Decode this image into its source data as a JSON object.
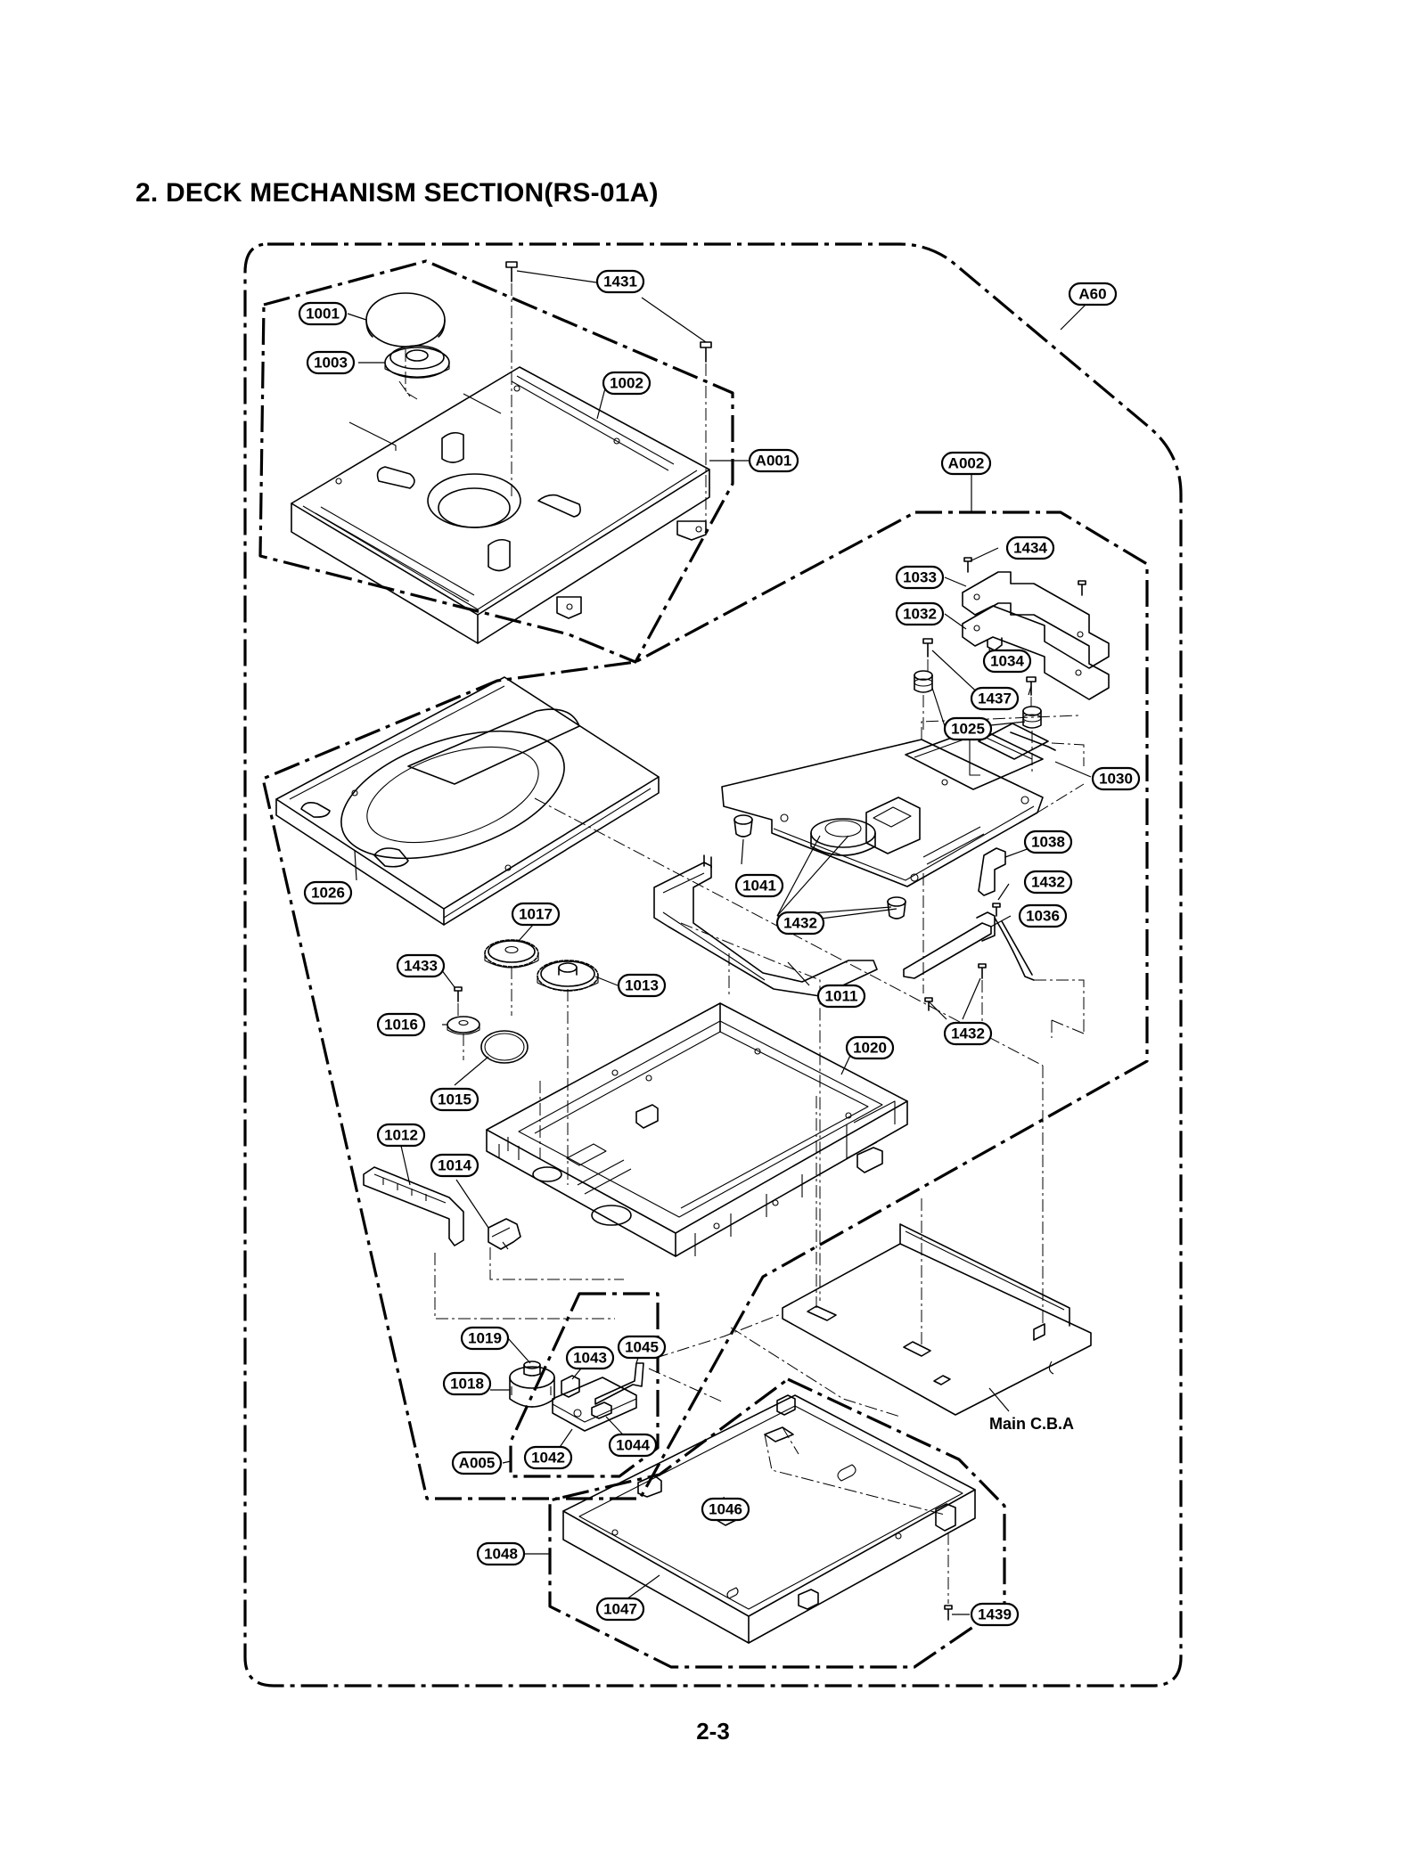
{
  "title": "2. DECK MECHANISM SECTION(RS-01A)",
  "page_number": "2-3",
  "part_labels": {
    "p1431": "1431",
    "p1001": "1001",
    "p1003": "1003",
    "p1002": "1002",
    "pA001": "A001",
    "pA60": "A60",
    "pA002": "A002",
    "p1434": "1434",
    "p1033": "1033",
    "p1032": "1032",
    "p1034": "1034",
    "p1437": "1437",
    "p1025": "1025",
    "p1030": "1030",
    "p1026": "1026",
    "p1038": "1038",
    "p1432a": "1432",
    "p1036": "1036",
    "p1041": "1041",
    "p1432b": "1432",
    "p1017": "1017",
    "p1013": "1013",
    "p1433": "1433",
    "p1011": "1011",
    "p1016": "1016",
    "p1432c": "1432",
    "p1020": "1020",
    "p1015": "1015",
    "p1012": "1012",
    "p1014": "1014",
    "p1019": "1019",
    "p1043": "1043",
    "p1045": "1045",
    "p1018": "1018",
    "p1044": "1044",
    "pA005": "A005",
    "p1042": "1042",
    "p1046": "1046",
    "p1048": "1048",
    "p1047": "1047",
    "p1439": "1439"
  },
  "board_label": "Main C.B.A"
}
